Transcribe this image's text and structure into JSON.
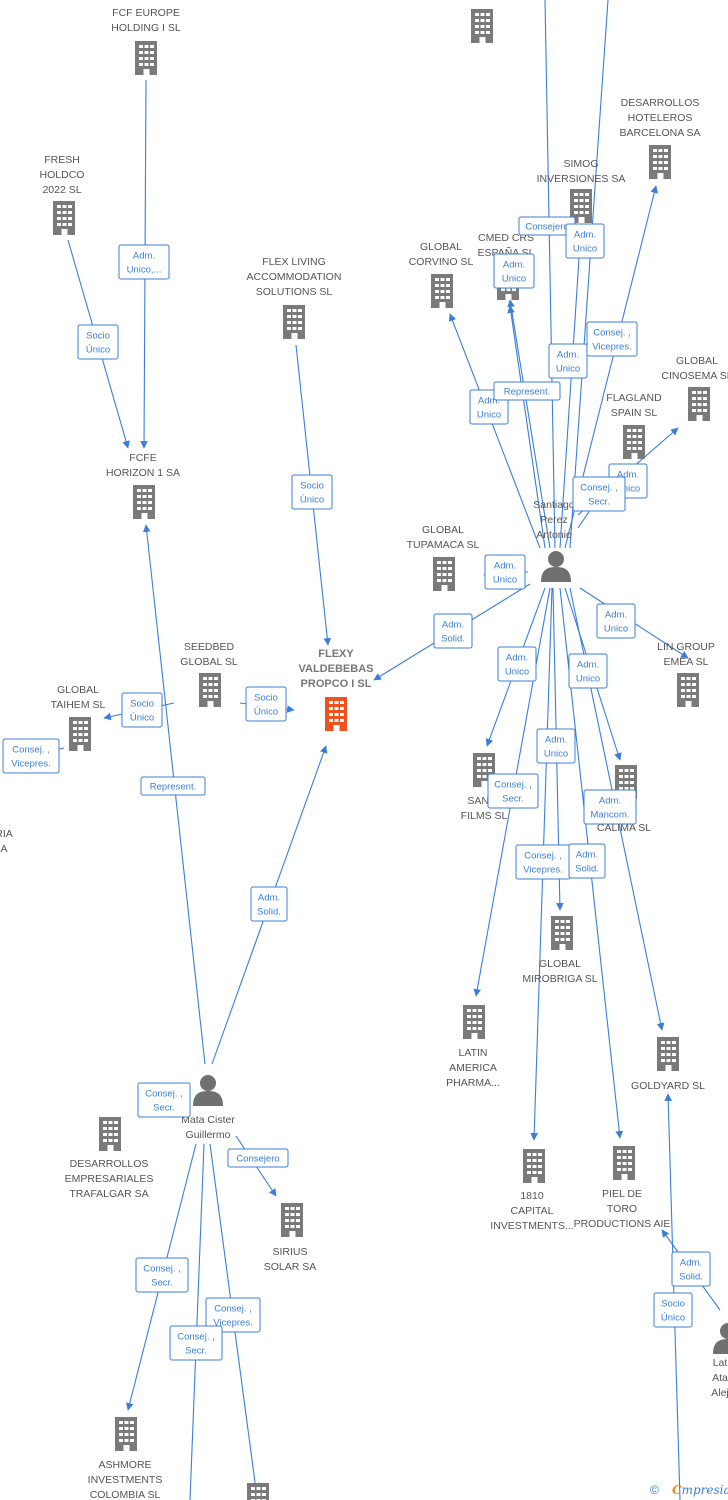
{
  "colors": {
    "edge": "#3b7fd4",
    "building": "#7a7a7a",
    "building_main": "#f0521e",
    "person": "#707070",
    "label": "#555555"
  },
  "nodes": [
    {
      "id": "fcf_europe",
      "type": "company",
      "lines": [
        "FCF EUROPE",
        "HOLDING I  SL"
      ]
    },
    {
      "id": "fresh",
      "type": "company",
      "lines": [
        "FRESH",
        "HOLDCO",
        "2022  SL"
      ]
    },
    {
      "id": "fcfe",
      "type": "company",
      "lines": [
        "FCFE",
        "HORIZON 1 SA"
      ]
    },
    {
      "id": "flex_living",
      "type": "company",
      "lines": [
        "FLEX LIVING",
        "ACCOMMODATION",
        "SOLUTIONS  SL"
      ]
    },
    {
      "id": "flexy",
      "type": "company-main",
      "lines": [
        "FLEXY",
        "VALDEBEBAS",
        "PROPCO I  SL"
      ]
    },
    {
      "id": "seedbed",
      "type": "company",
      "lines": [
        "SEEDBED",
        "GLOBAL  SL"
      ]
    },
    {
      "id": "taihem",
      "type": "company",
      "lines": [
        "GLOBAL",
        "TAIHEM SL"
      ]
    },
    {
      "id": "partial_left",
      "type": "text",
      "lines": [
        "RIA",
        "A"
      ]
    },
    {
      "id": "top_building",
      "type": "company",
      "lines": []
    },
    {
      "id": "des_hoteleros",
      "type": "company",
      "lines": [
        "DESARROLLOS",
        "HOTELEROS",
        "BARCELONA SA"
      ]
    },
    {
      "id": "simog",
      "type": "company",
      "lines": [
        "SIMOG",
        "INVERSIONES SA"
      ]
    },
    {
      "id": "corvino",
      "type": "company",
      "lines": [
        "GLOBAL",
        "CORVINO SL"
      ]
    },
    {
      "id": "cmed",
      "type": "company",
      "lines": [
        "CMED CRS",
        "ESPAÑA  SL"
      ]
    },
    {
      "id": "cinosema",
      "type": "company",
      "lines": [
        "GLOBAL",
        "CINOSEMA SL"
      ]
    },
    {
      "id": "flagland",
      "type": "company",
      "lines": [
        "FLAGLAND",
        "SPAIN SL"
      ]
    },
    {
      "id": "santiago",
      "type": "person",
      "lines": [
        "Santiago",
        "Perez",
        "Antonio"
      ]
    },
    {
      "id": "tupamaca",
      "type": "company",
      "lines": [
        "GLOBAL",
        "TUPAMACA SL"
      ]
    },
    {
      "id": "lin_group",
      "type": "company",
      "lines": [
        "LIN GROUP",
        "EMEA  SL"
      ]
    },
    {
      "id": "san_m",
      "type": "company",
      "lines": [
        "SAN M",
        "FILMS SL"
      ]
    },
    {
      "id": "calima",
      "type": "company",
      "lines": [
        "L",
        "CALIMA SL"
      ]
    },
    {
      "id": "mirobriga",
      "type": "company",
      "lines": [
        "GLOBAL",
        "MIROBRIGA SL"
      ]
    },
    {
      "id": "latin_america",
      "type": "company",
      "lines": [
        "LATIN",
        "AMERICA",
        "PHARMA..."
      ]
    },
    {
      "id": "goldyard",
      "type": "company",
      "lines": [
        "GOLDYARD SL"
      ]
    },
    {
      "id": "capital1810",
      "type": "company",
      "lines": [
        "1810",
        "CAPITAL",
        "INVESTMENTS..."
      ]
    },
    {
      "id": "piel_de_toro",
      "type": "company",
      "lines": [
        "PIEL DE",
        "TORO",
        "PRODUCTIONS AIE"
      ]
    },
    {
      "id": "mata",
      "type": "person",
      "lines": [
        "Mata Cister",
        "Guillermo"
      ]
    },
    {
      "id": "des_trafalgar",
      "type": "company",
      "lines": [
        "DESARROLLOS",
        "EMPRESARIALES",
        "TRAFALGAR SA"
      ]
    },
    {
      "id": "sirius",
      "type": "company",
      "lines": [
        "SIRIUS",
        "SOLAR SA"
      ]
    },
    {
      "id": "ashmore",
      "type": "company",
      "lines": [
        "ASHMORE",
        "INVESTMENTS",
        "COLOMBIA SL"
      ]
    },
    {
      "id": "bottom_building",
      "type": "company",
      "lines": []
    },
    {
      "id": "lat_person",
      "type": "person",
      "lines": [
        "Lat",
        "Ata",
        "Alej"
      ]
    }
  ],
  "edges": [
    {
      "id": "e_fcfeur_fcfe",
      "lines": [
        "Adm.",
        "Unico,..."
      ]
    },
    {
      "id": "e_fresh_fcfe",
      "lines": [
        "Socio",
        "Único"
      ]
    },
    {
      "id": "e_flexliving_flexy",
      "lines": [
        "Socio",
        "Único"
      ]
    },
    {
      "id": "e_seedbed_flexy",
      "lines": [
        "Socio",
        "Único"
      ]
    },
    {
      "id": "e_seedbed_taihem",
      "lines": [
        "Socio",
        "Único"
      ]
    },
    {
      "id": "e_taihem_left",
      "lines": [
        "Consej. ,",
        "Vicepres."
      ]
    },
    {
      "id": "e_mata_fcfe",
      "lines": [
        "Represent."
      ]
    },
    {
      "id": "e_mata_flexy",
      "lines": [
        "Adm.",
        "Solid."
      ]
    },
    {
      "id": "e_santiago_flexy",
      "lines": [
        "Adm.",
        "Solid."
      ]
    },
    {
      "id": "e_santiago_tupamaca",
      "lines": [
        "Adm.",
        "Unico"
      ]
    },
    {
      "id": "e_santiago_lin",
      "lines": [
        "Adm.",
        "Unico"
      ]
    },
    {
      "id": "e_santiago_sanm",
      "lines": [
        "Adm.",
        "Unico"
      ]
    },
    {
      "id": "e_santiago_calima",
      "lines": [
        "Adm.",
        "Unico"
      ]
    },
    {
      "id": "e_santiago_mirobriga",
      "lines": [
        "Adm.",
        "Unico"
      ]
    },
    {
      "id": "e_santiago_latin",
      "lines": [
        "Consej. ,",
        "Secr."
      ]
    },
    {
      "id": "e_santiago_goldyard",
      "lines": [
        "Adm.",
        "Mancom."
      ]
    },
    {
      "id": "e_santiago_1810",
      "lines": [
        "Consej. ,",
        "Vicepres."
      ]
    },
    {
      "id": "e_santiago_piel",
      "lines": [
        "Adm.",
        "Solid."
      ]
    },
    {
      "id": "e_santiago_corvino",
      "lines": [
        "Adm.",
        "Unico"
      ]
    },
    {
      "id": "e_santiago_cmed_rep",
      "lines": [
        "Represent."
      ]
    },
    {
      "id": "e_santiago_cmed",
      "lines": [
        "Adm.",
        "Unico"
      ]
    },
    {
      "id": "e_santiago_simog_cons",
      "lines": [
        "Consejero"
      ]
    },
    {
      "id": "e_santiago_simog",
      "lines": [
        "Adm.",
        "Unico"
      ]
    },
    {
      "id": "e_santiago_hoteleros",
      "lines": [
        "Consej. ,",
        "Vicepres."
      ]
    },
    {
      "id": "e_santiago_simog2",
      "lines": [
        "Adm.",
        "Unico"
      ]
    },
    {
      "id": "e_santiago_flagland",
      "lines": [
        "Adm.",
        "Unico"
      ]
    },
    {
      "id": "e_santiago_cinosema",
      "lines": [
        "Consej. ,",
        "Secr."
      ]
    },
    {
      "id": "e_mata_trafalgar",
      "lines": [
        "Consej. ,",
        "Secr."
      ]
    },
    {
      "id": "e_mata_sirius",
      "lines": [
        "Consejero"
      ]
    },
    {
      "id": "e_mata_ashmore",
      "lines": [
        "Consej. ,",
        "Secr."
      ]
    },
    {
      "id": "e_mata_bottom1",
      "lines": [
        "Consej. ,",
        "Vicepres."
      ]
    },
    {
      "id": "e_mata_bottom2",
      "lines": [
        "Consej. ,",
        "Secr."
      ]
    },
    {
      "id": "e_lat_piel",
      "lines": [
        "Adm.",
        "Solid."
      ]
    },
    {
      "id": "e_lat_goldyard",
      "lines": [
        "Socio",
        "Único"
      ]
    }
  ],
  "footer": {
    "copyright": "©",
    "brand_first": "C",
    "brand_rest": "mpresia"
  }
}
